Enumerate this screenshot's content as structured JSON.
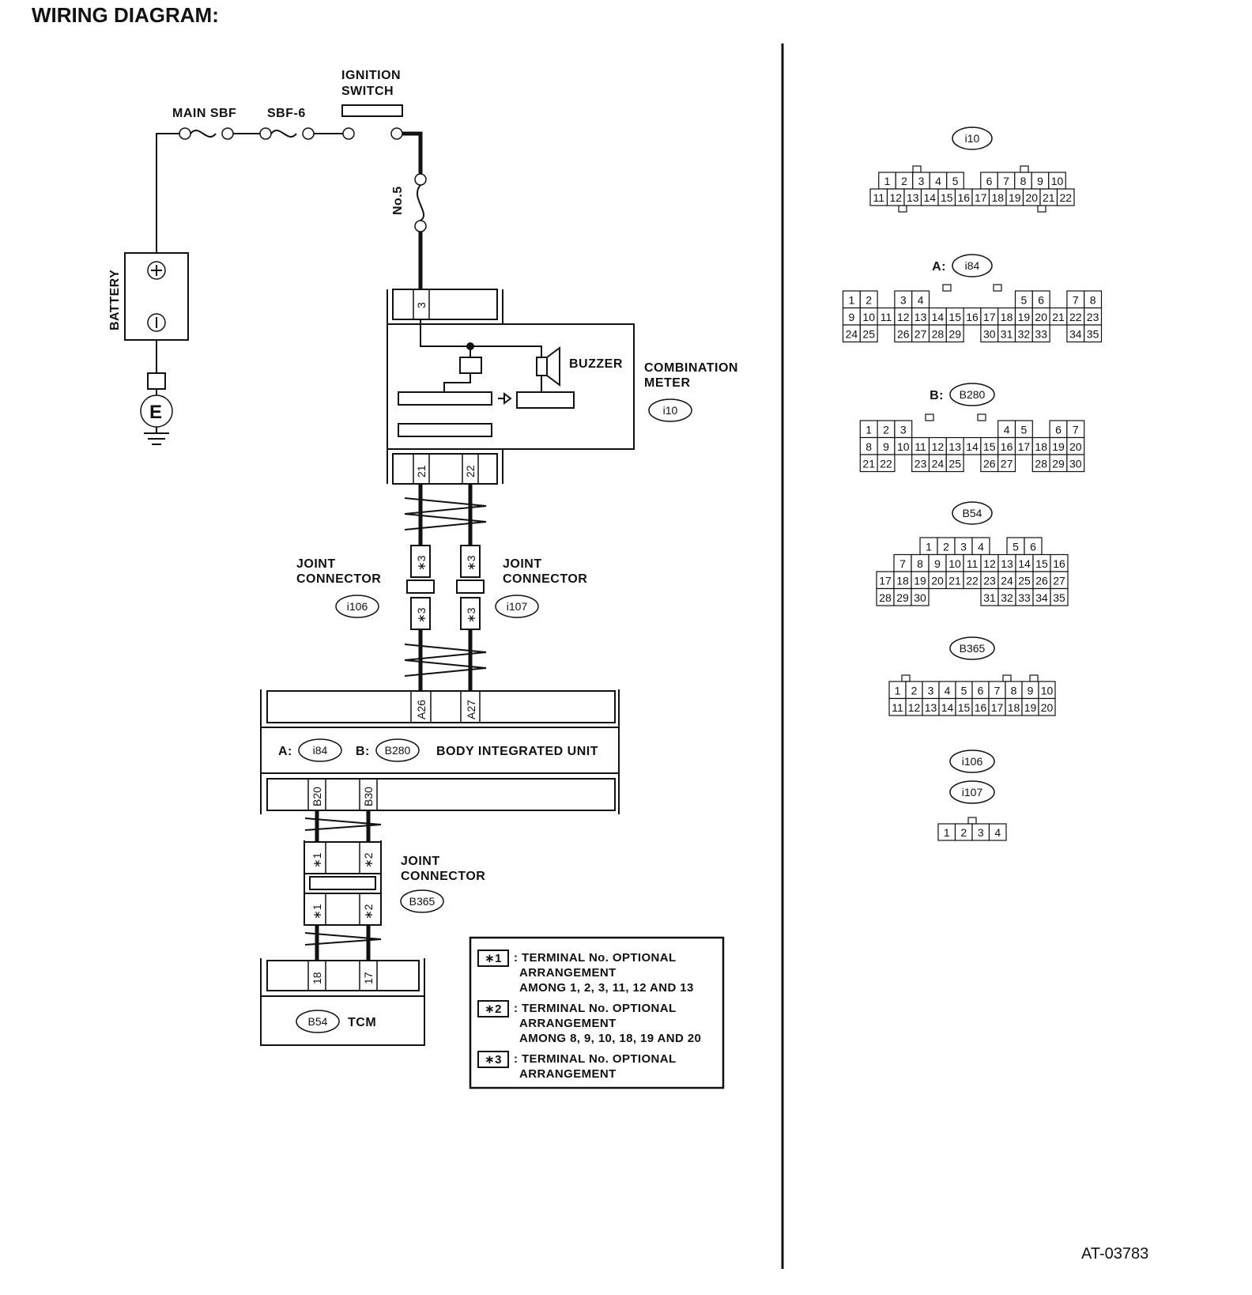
{
  "title": "WIRING DIAGRAM:",
  "figure_id": "AT-03783",
  "power": {
    "main_sbf": "MAIN SBF",
    "sbf6": "SBF-6",
    "ignition_l1": "IGNITION",
    "ignition_l2": "SWITCH",
    "fuse": "No.5",
    "battery": "BATTERY",
    "ground": "E"
  },
  "meter": {
    "buzzer": "BUZZER",
    "name_l1": "COMBINATION",
    "name_l2": "METER",
    "conn": "i10",
    "pin_top": "3",
    "pin_l": "21",
    "pin_r": "22"
  },
  "jc_upper": {
    "left_l1": "JOINT",
    "left_l2": "CONNECTOR",
    "left_conn": "i106",
    "right_l1": "JOINT",
    "right_l2": "CONNECTOR",
    "right_conn": "i107",
    "star": "∗3"
  },
  "biu": {
    "a_prefix": "A:",
    "a_conn": "i84",
    "b_prefix": "B:",
    "b_conn": "B280",
    "name": "BODY INTEGRATED UNIT",
    "pin_a26": "A26",
    "pin_a27": "A27",
    "pin_b20": "B20",
    "pin_b30": "B30"
  },
  "jc_lower": {
    "l1": "JOINT",
    "l2": "CONNECTOR",
    "conn": "B365",
    "star1": "∗1",
    "star2": "∗2"
  },
  "tcm": {
    "conn": "B54",
    "name": "TCM",
    "pin_18": "18",
    "pin_17": "17"
  },
  "legend": [
    {
      "mark": "∗1",
      "lines": [
        ": TERMINAL No. OPTIONAL",
        "ARRANGEMENT",
        "AMONG 1, 2, 3, 11, 12 AND 13"
      ]
    },
    {
      "mark": "∗2",
      "lines": [
        ": TERMINAL No. OPTIONAL",
        "ARRANGEMENT",
        "AMONG 8, 9, 10, 18, 19 AND 20"
      ]
    },
    {
      "mark": "∗3",
      "lines": [
        ": TERMINAL No. OPTIONAL",
        "ARRANGEMENT"
      ]
    }
  ],
  "connectors": [
    {
      "id": "i10",
      "prefix": "",
      "rows": [
        [
          "1",
          "2",
          "3",
          "4",
          "5",
          "",
          "6",
          "7",
          "8",
          "9",
          "10"
        ],
        [
          "11",
          "12",
          "13",
          "14",
          "15",
          "16",
          "17",
          "18",
          "19",
          "20",
          "21",
          "22"
        ]
      ]
    },
    {
      "id": "i84",
      "prefix": "A:",
      "rows": [
        [
          "1",
          "2",
          "",
          "3",
          "4",
          "",
          "",
          "",
          "",
          "",
          "5",
          "6",
          "",
          "7",
          "8"
        ],
        [
          "9",
          "10",
          "11",
          "12",
          "13",
          "14",
          "15",
          "16",
          "17",
          "18",
          "19",
          "20",
          "21",
          "22",
          "23"
        ],
        [
          "24",
          "25",
          "",
          "26",
          "27",
          "28",
          "29",
          "",
          "30",
          "31",
          "32",
          "33",
          "",
          "34",
          "35"
        ]
      ]
    },
    {
      "id": "B280",
      "prefix": "B:",
      "rows": [
        [
          "1",
          "2",
          "3",
          "",
          "",
          "",
          "",
          "",
          "4",
          "5",
          "",
          "6",
          "7"
        ],
        [
          "8",
          "9",
          "10",
          "11",
          "12",
          "13",
          "14",
          "15",
          "16",
          "17",
          "18",
          "19",
          "20"
        ],
        [
          "21",
          "22",
          "",
          "23",
          "24",
          "25",
          "",
          "26",
          "27",
          "",
          "28",
          "29",
          "30"
        ]
      ]
    },
    {
      "id": "B54",
      "prefix": "",
      "rows": [
        [
          "",
          "1",
          "2",
          "3",
          "4",
          "",
          "5",
          "6"
        ],
        [
          "",
          "7",
          "8",
          "9",
          "10",
          "11",
          "12",
          "13",
          "14",
          "15",
          "16"
        ],
        [
          "17",
          "18",
          "19",
          "20",
          "21",
          "22",
          "23",
          "24",
          "25",
          "26",
          "27"
        ],
        [
          "28",
          "29",
          "30",
          "",
          "",
          "",
          "31",
          "32",
          "33",
          "34",
          "35"
        ]
      ]
    },
    {
      "id": "B365",
      "prefix": "",
      "rows": [
        [
          "1",
          "2",
          "3",
          "4",
          "5",
          "6",
          "7",
          "8",
          "9",
          "10"
        ],
        [
          "11",
          "12",
          "13",
          "14",
          "15",
          "16",
          "17",
          "18",
          "19",
          "20"
        ]
      ]
    },
    {
      "id": "i106",
      "prefix": "",
      "rows": []
    },
    {
      "id": "i107",
      "prefix": "",
      "rows": [
        [
          "1",
          "2",
          "3",
          "4"
        ]
      ]
    }
  ]
}
